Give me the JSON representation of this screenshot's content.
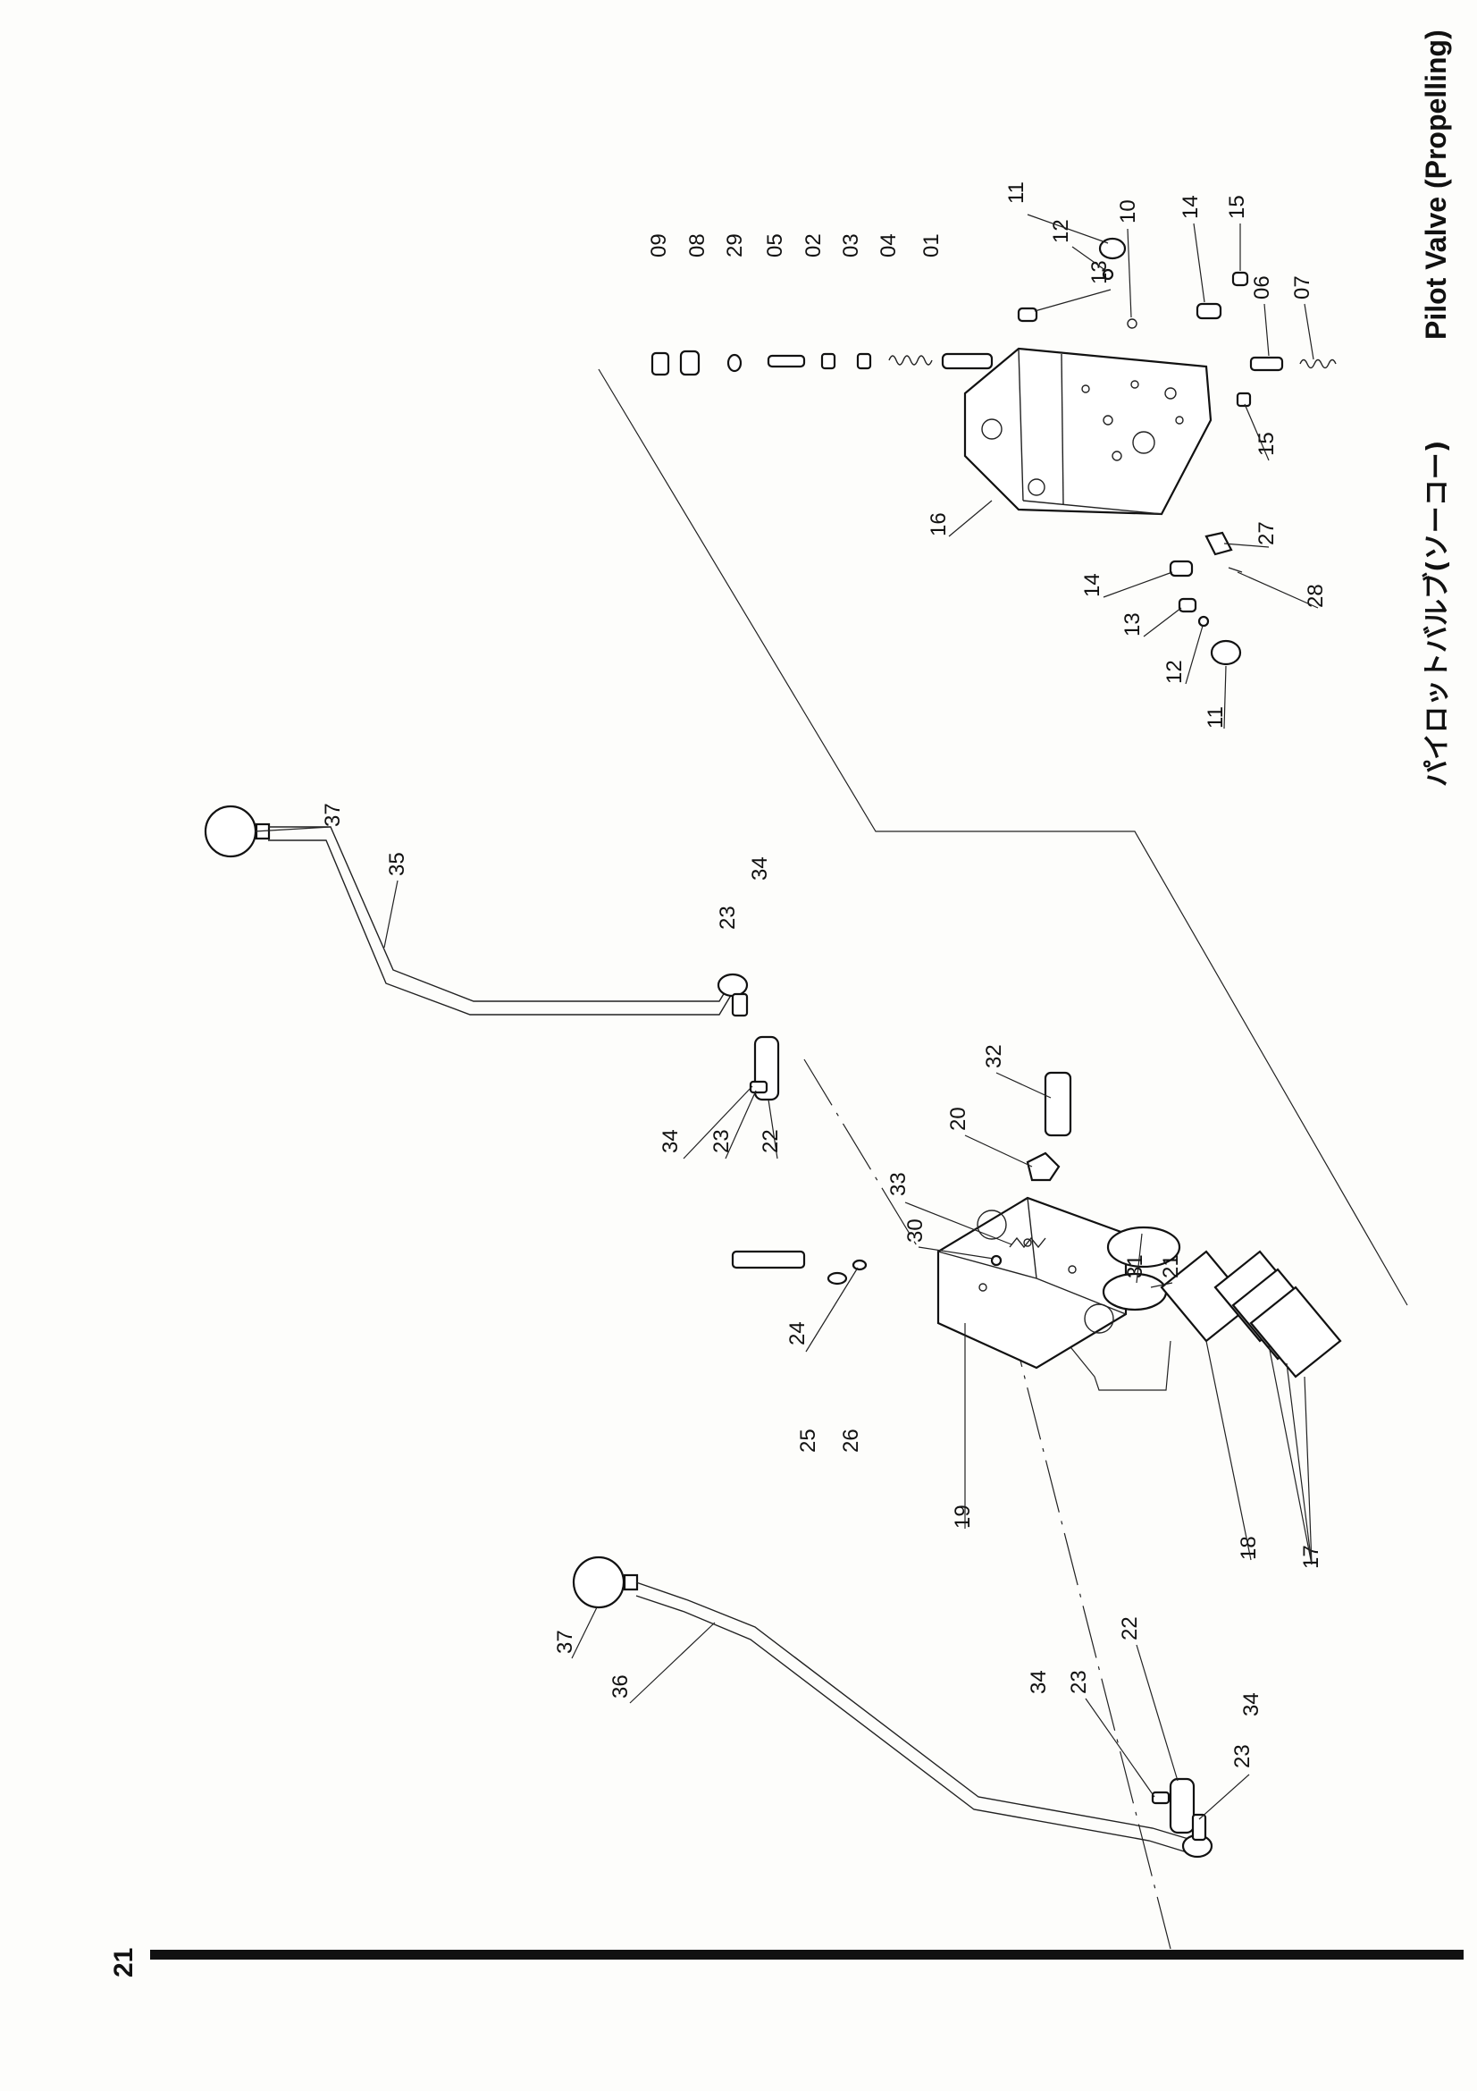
{
  "title_en": "Pilot  Valve  (Propelling)",
  "title_jp": "パイロットバルブ(ソーコー)",
  "page_number": "21",
  "callouts": {
    "c09": "09",
    "c08": "08",
    "c29": "29",
    "c05": "05",
    "c02": "02",
    "c03": "03",
    "c04": "04",
    "c01": "01",
    "c11a": "11",
    "c12a": "12",
    "c13a": "13",
    "c10": "10",
    "c14a": "14",
    "c15a": "15",
    "c06": "06",
    "c07": "07",
    "c15b": "15",
    "c16": "16",
    "c14b": "14",
    "c13b": "13",
    "c12b": "12",
    "c11b": "11",
    "c27": "27",
    "c28": "28",
    "c37a": "37",
    "c35": "35",
    "c34a": "34",
    "c23a": "23",
    "c34b": "34",
    "c23b": "23",
    "c22a": "22",
    "c32": "32",
    "c20": "20",
    "c33": "33",
    "c30": "30",
    "c31": "31",
    "c21": "21",
    "c24": "24",
    "c25": "25",
    "c26": "26",
    "c19": "19",
    "c18": "18",
    "c17": "17",
    "c37b": "37",
    "c36": "36",
    "c34c": "34",
    "c23c": "23",
    "c22b": "22",
    "c34d": "34",
    "c23d": "23"
  }
}
